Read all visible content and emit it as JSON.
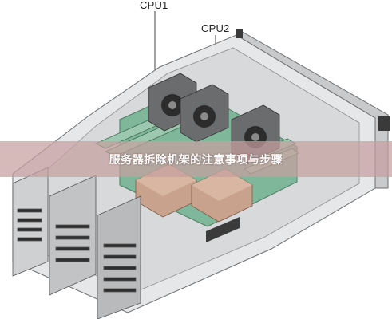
{
  "labels": {
    "cpu1": "CPU1",
    "cpu2": "CPU2"
  },
  "banner": {
    "title": "服务器拆除机架的注意事项与步骤"
  },
  "colors": {
    "chassis": "#d9dadb",
    "board": "#7fb79a",
    "heatsink": "#c9a28d",
    "banner": "#c6a0a0"
  }
}
